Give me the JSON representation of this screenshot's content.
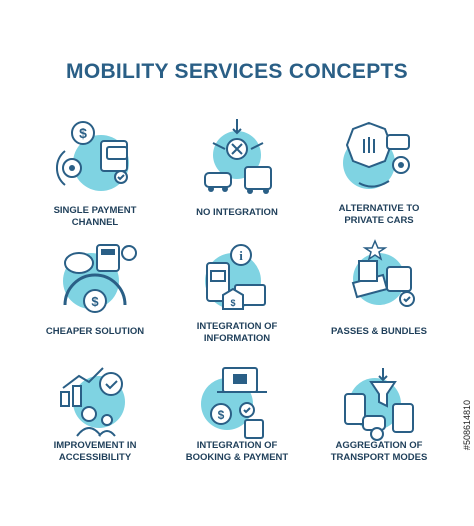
{
  "title": "MOBILITY SERVICES CONCEPTS",
  "concepts": [
    {
      "label_line1": "SINGLE PAYMENT",
      "label_line2": "CHANNEL",
      "icon": "payment-channel-icon"
    },
    {
      "label_line1": "NO INTEGRATION",
      "label_line2": "",
      "icon": "no-integration-icon"
    },
    {
      "label_line1": "ALTERNATIVE TO",
      "label_line2": "PRIVATE CARS",
      "icon": "alternative-cars-icon"
    },
    {
      "label_line1": "CHEAPER SOLUTION",
      "label_line2": "",
      "icon": "cheaper-solution-icon"
    },
    {
      "label_line1": "INTEGRATION OF",
      "label_line2": "INFORMATION",
      "icon": "integration-information-icon"
    },
    {
      "label_line1": "PASSES & BUNDLES",
      "label_line2": "",
      "icon": "passes-bundles-icon"
    },
    {
      "label_line1": "IMPROVEMENT IN",
      "label_line2": "ACCESSIBILITY",
      "icon": "accessibility-icon"
    },
    {
      "label_line1": "INTEGRATION OF",
      "label_line2": "BOOKING & PAYMENT",
      "icon": "booking-payment-icon"
    },
    {
      "label_line1": "AGGREGATION OF",
      "label_line2": "TRANSPORT MODES",
      "icon": "transport-modes-icon"
    }
  ],
  "side_mark": "#508614810",
  "colors": {
    "accent": "#7fd3e2",
    "stroke": "#2a5f86",
    "title": "#2a5f86"
  }
}
